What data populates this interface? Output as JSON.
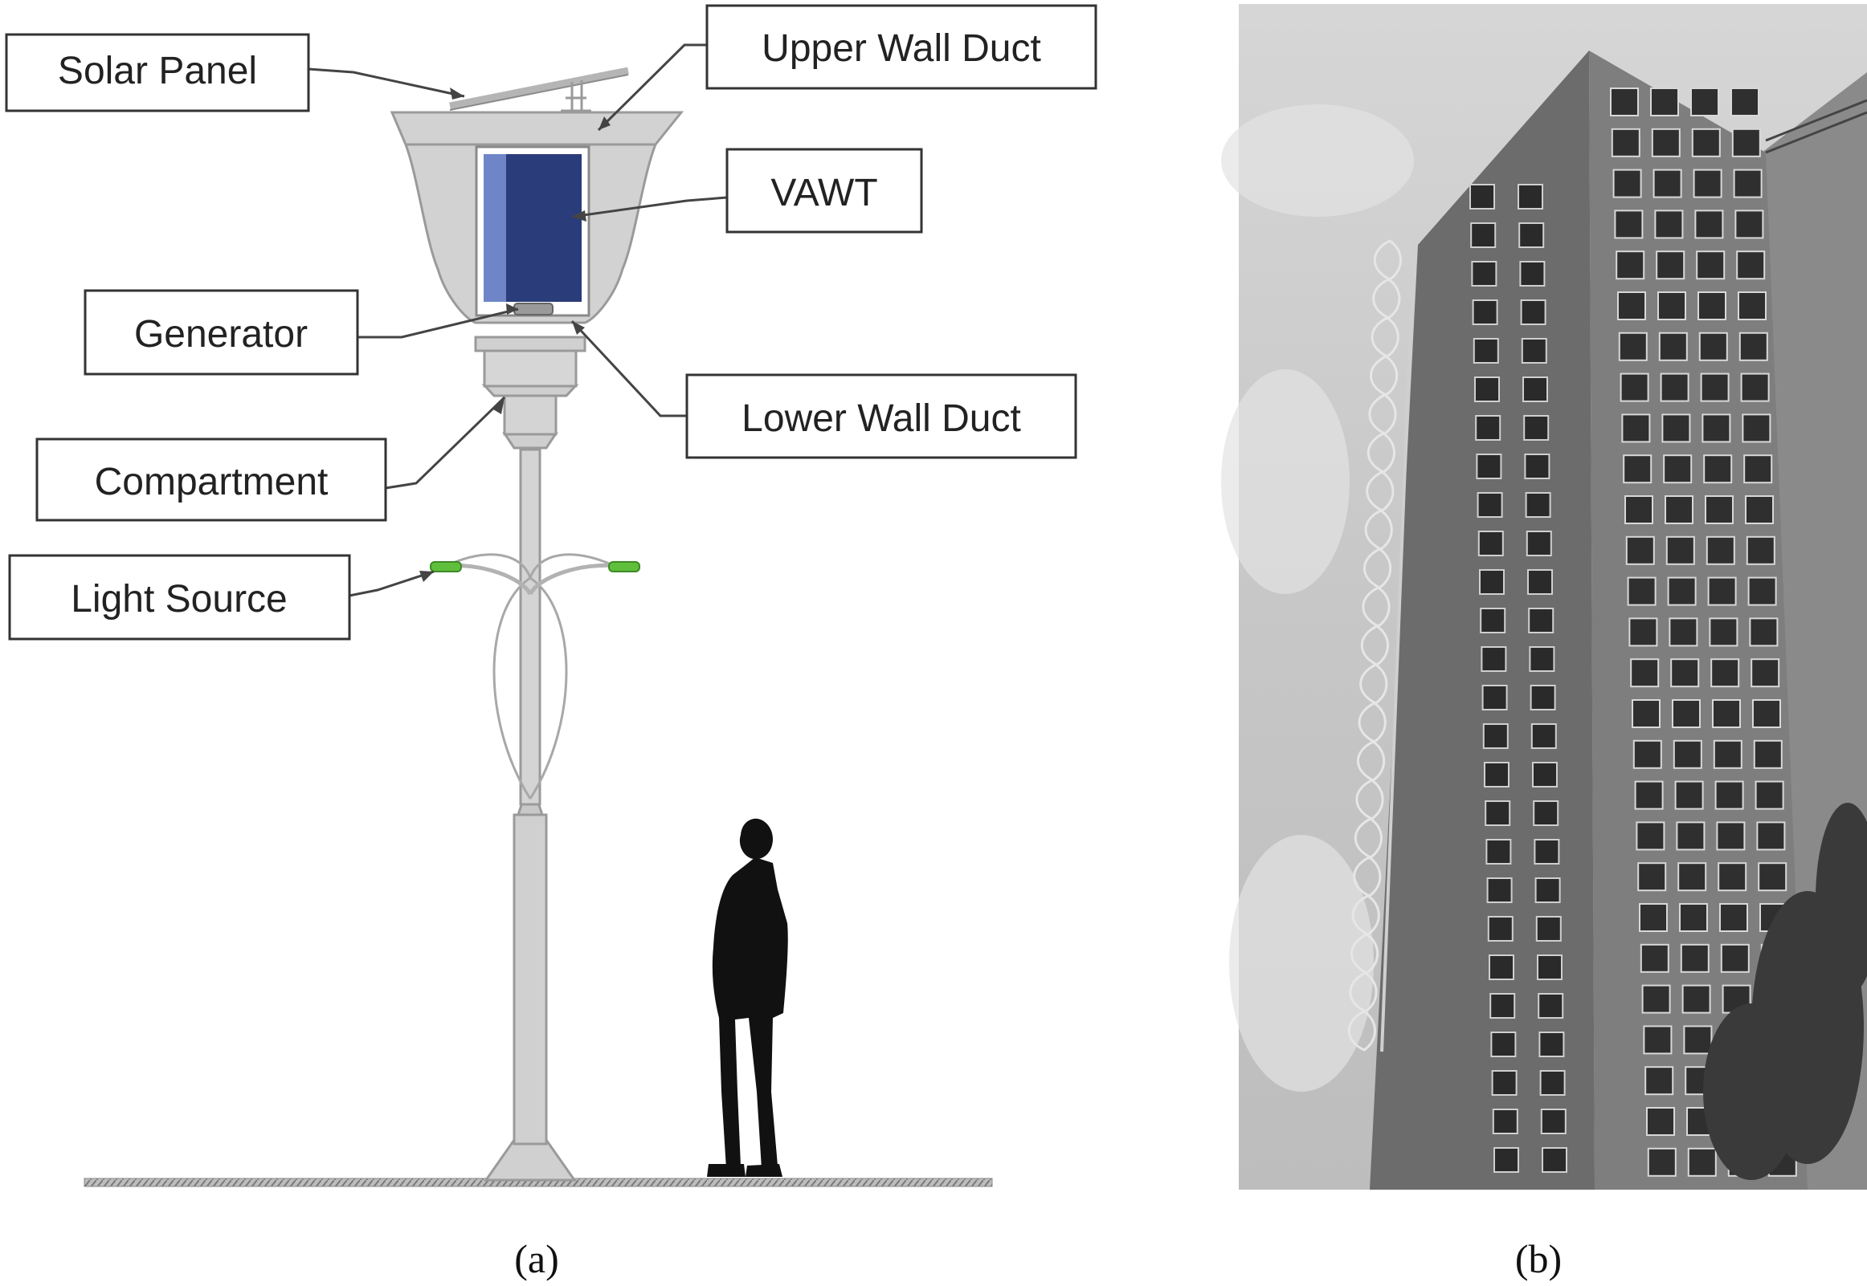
{
  "diagram_a": {
    "labels": {
      "solar_panel": "Solar Panel",
      "upper_wall_duct": "Upper Wall Duct",
      "vawt": "VAWT",
      "generator": "Generator",
      "lower_wall_duct": "Lower Wall Duct",
      "compartment": "Compartment",
      "light_source": "Light Source"
    },
    "caption": "(a)"
  },
  "photo_b": {
    "caption": "(b)"
  },
  "colors": {
    "pole_gray": "#d0d0d0",
    "pole_stroke": "#9a9a9a",
    "vawt_dark_blue": "#2b3c7a",
    "vawt_light_blue": "#6e86c8",
    "light_green": "#5fbf3c",
    "silhouette": "#111111",
    "box_border": "#333333"
  }
}
